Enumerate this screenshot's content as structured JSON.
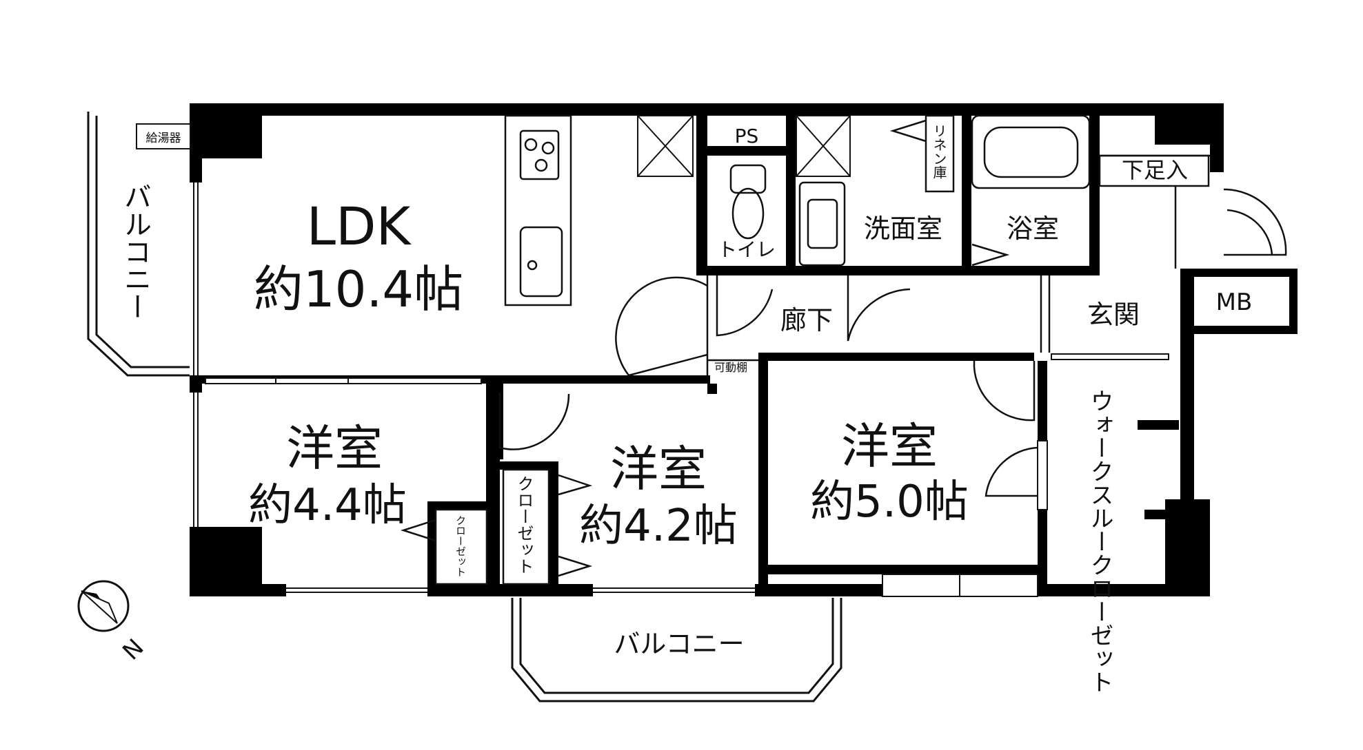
{
  "rooms": {
    "ldk": {
      "name": "LDK",
      "size": "約10.4帖"
    },
    "western1": {
      "name": "洋室",
      "size": "約4.4帖"
    },
    "western2": {
      "name": "洋室",
      "size": "約4.2帖"
    },
    "western3": {
      "name": "洋室",
      "size": "約5.0帖"
    },
    "toilet": "トイレ",
    "washroom": "洗面室",
    "bathroom": "浴室",
    "hallway": "廊下",
    "entrance": "玄関",
    "shoe_storage": "下足入",
    "walk_through_closet": "ウォークスルークローゼット"
  },
  "fixtures": {
    "water_heater": "給湯器",
    "pipe_space": "PS",
    "meter_box": "MB",
    "linen_storage": "リネン庫",
    "adjustable_shelf": "可動棚",
    "closet_small": "クローゼット",
    "closet": "クローゼット"
  },
  "balconies": {
    "west": "バルコニー",
    "south": "バルコニー"
  },
  "compass": {
    "label": "N"
  },
  "colors": {
    "wall": "#000000",
    "background": "#ffffff",
    "line": "#111111"
  }
}
